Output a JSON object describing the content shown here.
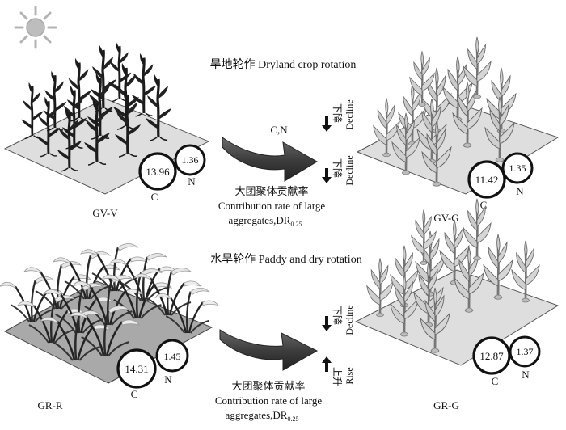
{
  "top_section": {
    "title": "旱地轮作 Dryland crop rotation",
    "left_plot": {
      "label": "GV-V",
      "c_value": "13.96",
      "n_value": "1.36",
      "c_tag": "C",
      "n_tag": "N"
    },
    "right_plot": {
      "label": "GV-G",
      "c_value": "11.42",
      "n_value": "1.35",
      "c_tag": "C",
      "n_tag": "N"
    },
    "arrow_label": "C,N",
    "change_cn_cn": "下降",
    "change_cn_en": "Decline",
    "change_dr_cn": "下降",
    "change_dr_en": "Decline",
    "dr_label_cn": "大团聚体贡献率",
    "dr_label_en1": "Contribution rate of large",
    "dr_label_en2": "aggregates,DR",
    "dr_subscript": "0.25"
  },
  "bottom_section": {
    "title": "水旱轮作 Paddy and dry rotation",
    "left_plot": {
      "label": "GR-R",
      "c_value": "14.31",
      "n_value": "1.45",
      "c_tag": "C",
      "n_tag": "N"
    },
    "right_plot": {
      "label": "GR-G",
      "c_value": "12.87",
      "n_value": "1.37",
      "c_tag": "C",
      "n_tag": "N"
    },
    "change_1_cn": "下降",
    "change_1_en": "Decline",
    "change_2_cn": "上升",
    "change_2_en": "Rise",
    "dr_label_cn": "大团聚体贡献率",
    "dr_label_en1": "Contribution rate of large",
    "dr_label_en2": "aggregates,DR",
    "dr_subscript": "0.25"
  },
  "icons": {
    "sun": "sun-icon",
    "flow_arrow": "big-curved-arrow-icon",
    "down": "down-arrow-icon",
    "up": "up-arrow-icon"
  },
  "colors": {
    "sun": "#b9b9b9",
    "ground_dry": "#dcdcdc",
    "ground_paddy": "#a9a9a9",
    "arrow": "#444444"
  }
}
